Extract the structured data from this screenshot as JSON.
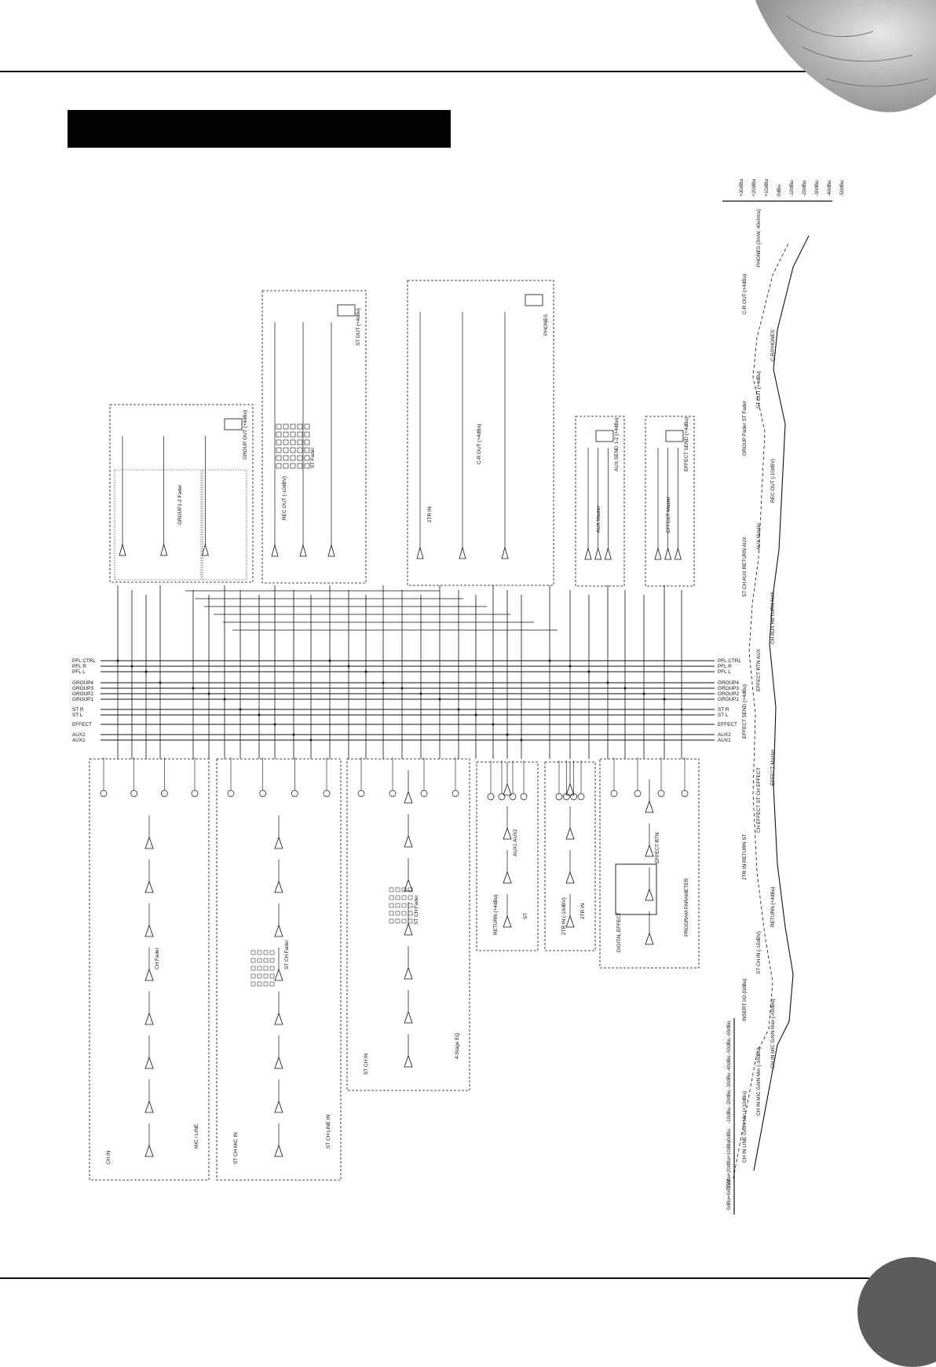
{
  "page": {
    "title": ""
  },
  "buses": [
    {
      "id": "pfl-ctrl",
      "label": "PFL CTRL"
    },
    {
      "id": "pfl-r",
      "label": "PFL R"
    },
    {
      "id": "pfl-l",
      "label": "PFL L"
    },
    {
      "id": "group4",
      "label": "GROUP4"
    },
    {
      "id": "group3",
      "label": "GROUP3"
    },
    {
      "id": "group2",
      "label": "GROUP2"
    },
    {
      "id": "group1",
      "label": "GROUP1"
    },
    {
      "id": "st-r",
      "label": "ST R"
    },
    {
      "id": "st-l",
      "label": "ST L"
    },
    {
      "id": "effect",
      "label": "EFFECT"
    },
    {
      "id": "aux2",
      "label": "AUX2"
    },
    {
      "id": "aux1",
      "label": "AUX1"
    }
  ],
  "top_blocks": [
    {
      "id": "group-out",
      "label": "GROUP OUT (+4dBu)",
      "sub": "GROUP1-2 Fader"
    },
    {
      "id": "st-out",
      "label": "ST OUT (+4dBu)",
      "sub": "ST Fader",
      "extra": "REC OUT (-10dBV)"
    },
    {
      "id": "phones",
      "label": "PHONES",
      "sub": "C-R OUT (+4dBu)",
      "extra": "2TR IN"
    },
    {
      "id": "aux-send",
      "label": "AUX SEND 1-2 (+4dBu)",
      "sub": "AUX Master"
    },
    {
      "id": "effect-send",
      "label": "EFFECT SEND (+4dBu)",
      "sub": "EFFECT Master"
    }
  ],
  "bottom_blocks": [
    {
      "id": "ch-in",
      "label": "CH IN",
      "sub": "MIC / LINE",
      "extra": "CH Fader"
    },
    {
      "id": "st-ch-mic-in",
      "label": "ST CH MIC IN",
      "sub": "ST CH LINE IN",
      "extra": "ST CH Fader"
    },
    {
      "id": "st-ch-in",
      "label": "ST CH IN",
      "sub": "4-Stage EQ",
      "extra": "ST CH Fader"
    },
    {
      "id": "return",
      "label": "RETURN (+4dBu)",
      "sub": "ST",
      "extra": "AUX1 AUX2"
    },
    {
      "id": "2tr-in",
      "label": "2TR IN (-10dBV)",
      "sub": "2TR IN",
      "extra": ""
    },
    {
      "id": "digital-effect",
      "label": "DIGITAL EFFECT",
      "sub": "PROGRAM PARAMETER",
      "extra": "EFFECT RTN"
    }
  ],
  "level_labels": [
    {
      "id": "lv1",
      "label": "CH IN LINE GAIN Min (+10dBu)"
    },
    {
      "id": "lv2",
      "label": "CH IN MIC GAIN Min (-16dBu)"
    },
    {
      "id": "lv3",
      "label": "CH IN MIC GAIN Max (-60dBu)"
    },
    {
      "id": "lv4",
      "label": "INSERT I/O (0dBu)"
    },
    {
      "id": "lv5",
      "label": "ST CH IN (-10dBV)"
    },
    {
      "id": "lv6",
      "label": "RETURN (+4dBu)"
    },
    {
      "id": "lv7",
      "label": "2TR IN RETURN ST"
    },
    {
      "id": "lv8",
      "label": "CH EFFECT ST CH EFFECT"
    },
    {
      "id": "lv9",
      "label": "EFFECT Master"
    },
    {
      "id": "lv10",
      "label": "EFFECT SEND (+4dBu)"
    },
    {
      "id": "lv11",
      "label": "EFFECT RTN AUX"
    },
    {
      "id": "lv12",
      "label": "CH AUX RETURN AUX"
    },
    {
      "id": "lv13",
      "label": "ST CH AUX RETURN AUX"
    },
    {
      "id": "lv14",
      "label": "AUX Master"
    },
    {
      "id": "lv15",
      "label": "REC OUT (-10dBV)"
    },
    {
      "id": "lv16",
      "label": "GROUP Fader ST Fader"
    },
    {
      "id": "lv17",
      "label": "ST OUT (+4dBu)"
    },
    {
      "id": "lv18",
      "label": "C-R/PHONES"
    },
    {
      "id": "lv19",
      "label": "C-R OUT (+4dBu)"
    },
    {
      "id": "lv20",
      "label": "PHONES (3mW, 40ohms)"
    }
  ],
  "scale_left": [
    "0dBu=0.775V",
    "+30dBu",
    "+20dBu",
    "+10dBu",
    "0dBu",
    "-10dBu",
    "-20dBu",
    "-30dBu",
    "-40dBu",
    "-50dBu",
    "-60dBu"
  ],
  "scale_right": [
    "+30dBu",
    "+20dBu",
    "+10dBu",
    "0dBu",
    "-10dBu",
    "-20dBu",
    "-30dBu",
    "-40dBu",
    "-50dBu"
  ]
}
